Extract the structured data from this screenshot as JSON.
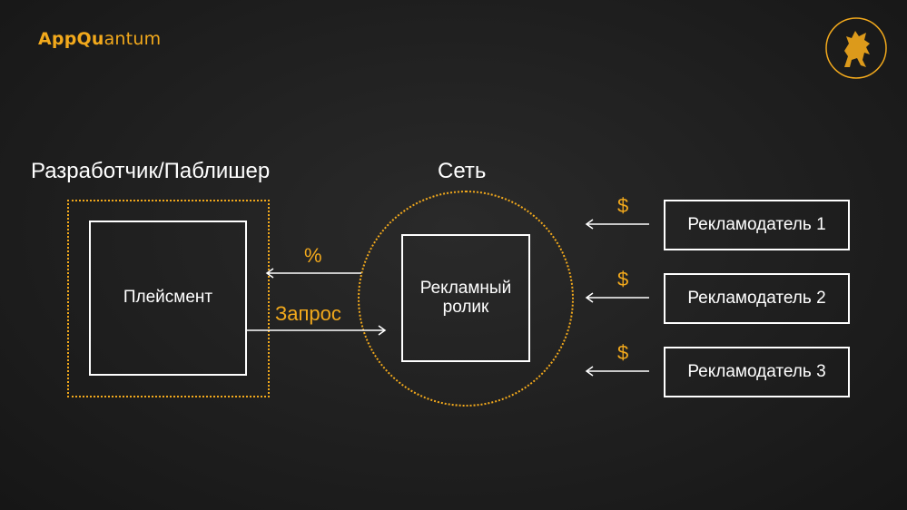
{
  "brand": {
    "logo_bold": "AppQu",
    "logo_light": "antum",
    "emblem_icon": "horse-emblem-icon"
  },
  "colors": {
    "accent": "#f2a91c",
    "background": "#1f1f1f",
    "line": "#ffffff"
  },
  "diagram": {
    "developer_heading": "Разработчик/Паблишер",
    "network_heading": "Сеть",
    "placement_label": "Плейсмент",
    "ad_label_line1": "Рекламный",
    "ad_label_line2": "ролик",
    "percent_label": "%",
    "request_label": "Запрос",
    "advertisers": [
      {
        "label": "Рекламодатель 1",
        "currency": "$"
      },
      {
        "label": "Рекламодатель 2",
        "currency": "$"
      },
      {
        "label": "Рекламодатель 3",
        "currency": "$"
      }
    ]
  }
}
